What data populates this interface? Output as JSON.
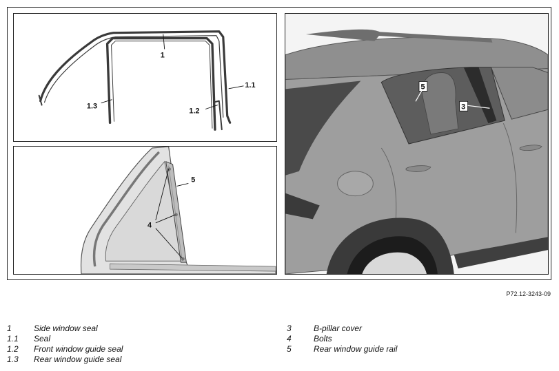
{
  "figure_id": "P72.12-3243-09",
  "callouts": {
    "top_left": [
      "1",
      "1.1",
      "1.2",
      "1.3"
    ],
    "bottom_left": [
      "5",
      "4"
    ],
    "right": [
      "5",
      "3"
    ]
  },
  "legend": {
    "left": [
      {
        "num": "1",
        "text": "Side window seal"
      },
      {
        "num": "1.1",
        "text": "Seal"
      },
      {
        "num": "1.2",
        "text": "Front window guide seal"
      },
      {
        "num": "1.3",
        "text": "Rear window guide seal"
      }
    ],
    "right": [
      {
        "num": "3",
        "text": "B-pillar cover"
      },
      {
        "num": "4",
        "text": "Bolts"
      },
      {
        "num": "5",
        "text": "Rear window guide rail"
      }
    ]
  }
}
